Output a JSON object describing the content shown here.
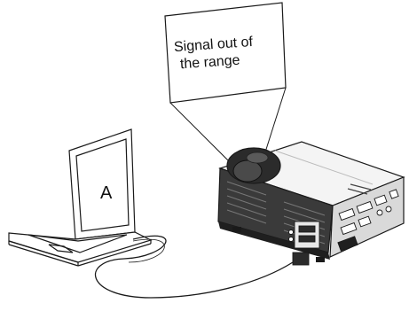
{
  "screen": {
    "line1": "Signal out of",
    "line2": "the range"
  },
  "laptop": {
    "label": "A"
  },
  "colors": {
    "stroke": "#1a1a1a",
    "projector_dark": "#2b2b2b",
    "projector_mid": "#4a4a4a",
    "background": "#ffffff"
  }
}
